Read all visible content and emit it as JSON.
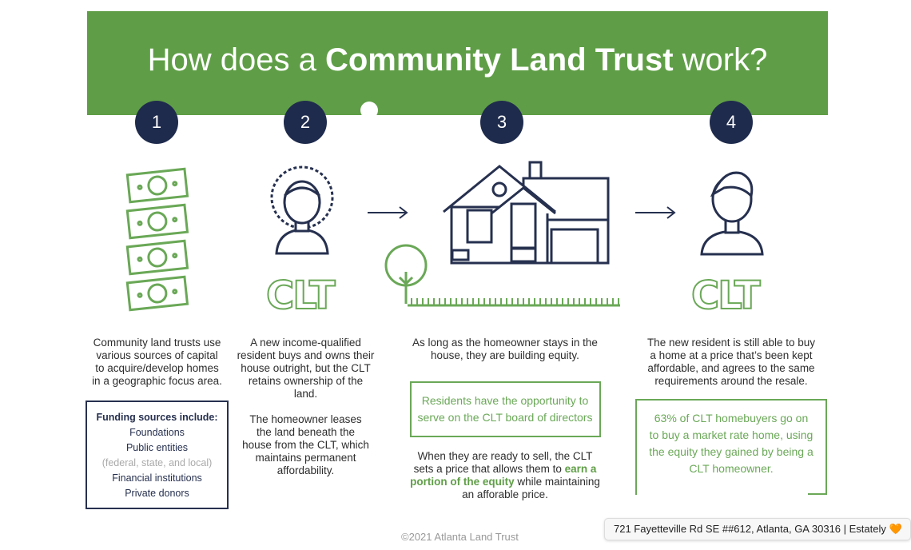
{
  "title": {
    "pre": "How does a ",
    "bold": "Community Land Trust",
    "post": " work?"
  },
  "steps": [
    {
      "number": "1",
      "text": "Community land trusts use various sources of capital to acquire/develop homes in a geographic focus area."
    },
    {
      "number": "2",
      "text": "A new income-qualified resident buys and owns their house outright, but the CLT retains ownership of the land.",
      "text2": "The homeowner leases the land beneath the house from the CLT, which maintains permanent affordability.",
      "logo": "CLT"
    },
    {
      "number": "3",
      "text": "As long as the homeowner stays in the house, they are building equity.",
      "callout": "Residents have the opportunity to serve on the CLT board of directors",
      "text2_pre": "When they are ready to sell, the CLT sets a price that allows them to ",
      "text2_highlight": "earn a portion of the equity",
      "text2_post": " while maintaining an afforable price."
    },
    {
      "number": "4",
      "text": "The new resident is still able to buy a home at a price that’s been kept affordable, and agrees to the same requirements around the resale.",
      "callout": "63% of CLT homebuyers go on to buy a market rate home, using the equity they gained by being a CLT homeowner.",
      "logo": "CLT"
    }
  ],
  "funding": {
    "heading": "Funding sources include:",
    "items": [
      "Foundations",
      "Public entities",
      "(federal, state, and local)",
      "Financial institutions",
      "Private donors"
    ]
  },
  "footer": "©2021 Atlanta Land Trust",
  "tooltip": "721 Fayetteville Rd SE ##612, Atlanta, GA 30316 | Estately 🧡",
  "colors": {
    "green": "#5f9e46",
    "navy": "#1f2b4d"
  }
}
